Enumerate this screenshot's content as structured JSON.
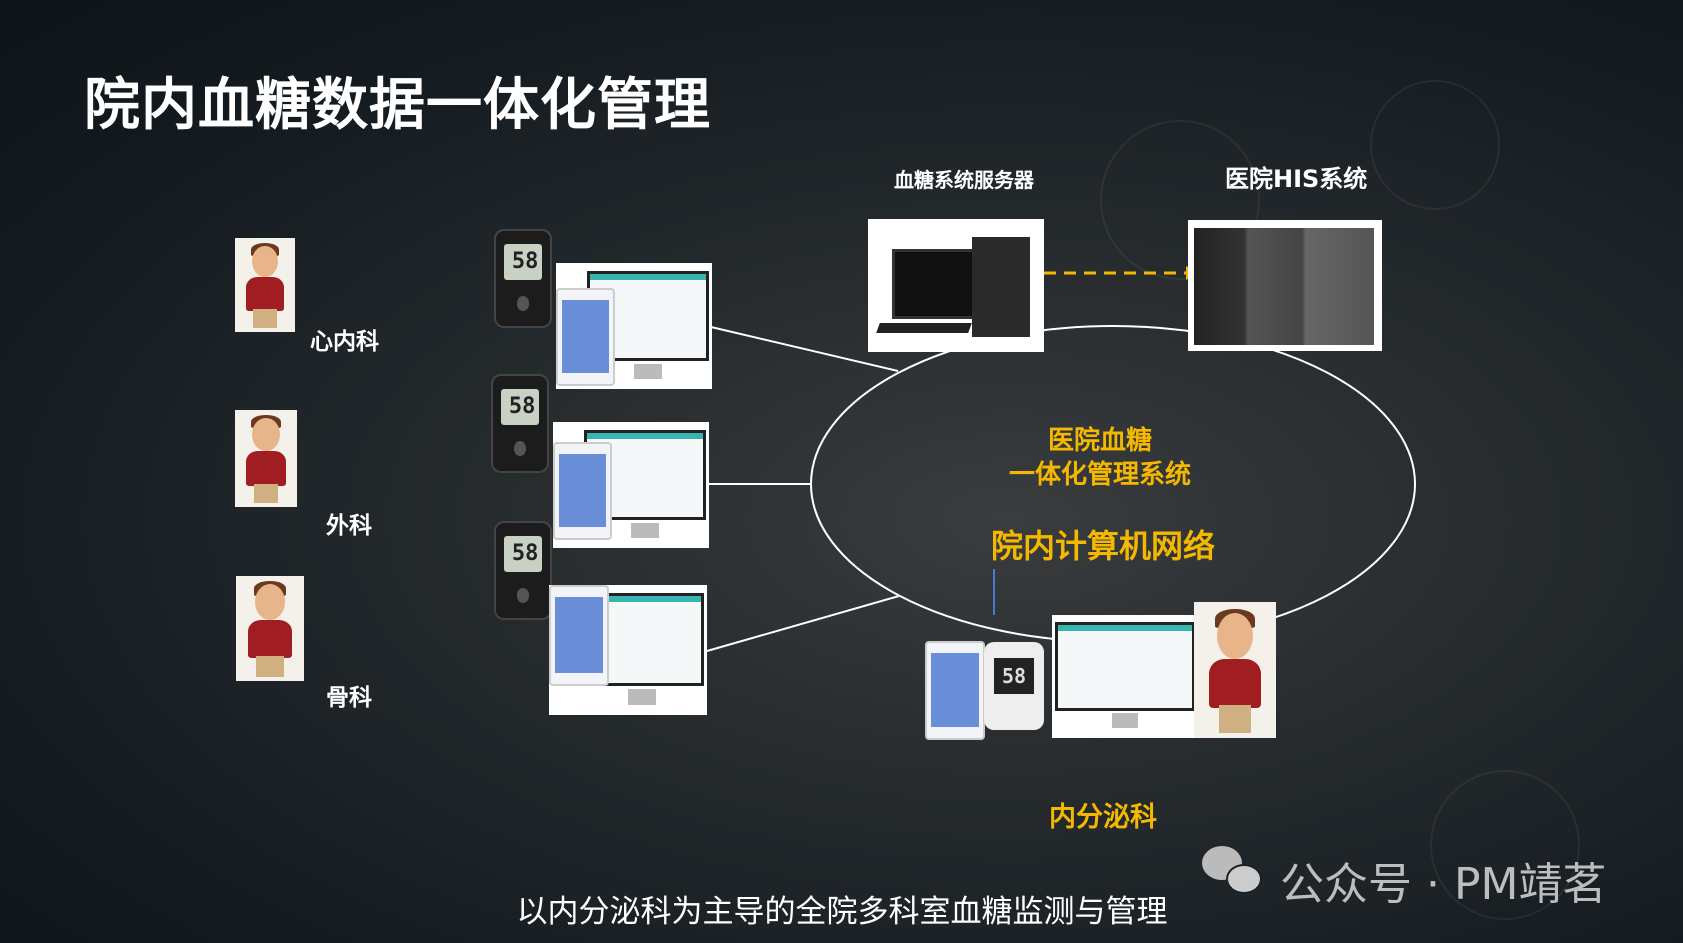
{
  "title": "院内血糖数据一体化管理",
  "departments": [
    {
      "label": "心内科"
    },
    {
      "label": "外科"
    },
    {
      "label": "骨科"
    }
  ],
  "meter_reading": "58",
  "server": {
    "label": "血糖系统服务器"
  },
  "his": {
    "label": "医院HIS系统"
  },
  "system": {
    "line1": "医院血糖",
    "line2": "一体化管理系统",
    "network": "院内计算机网络"
  },
  "endocrine": {
    "label": "内分泌科"
  },
  "caption": "以内分泌科为主导的全院多科室血糖监测与管理",
  "watermark": "公众号 · PM靖茗",
  "colors": {
    "accent": "#f5b800",
    "background": "#1a2126"
  }
}
